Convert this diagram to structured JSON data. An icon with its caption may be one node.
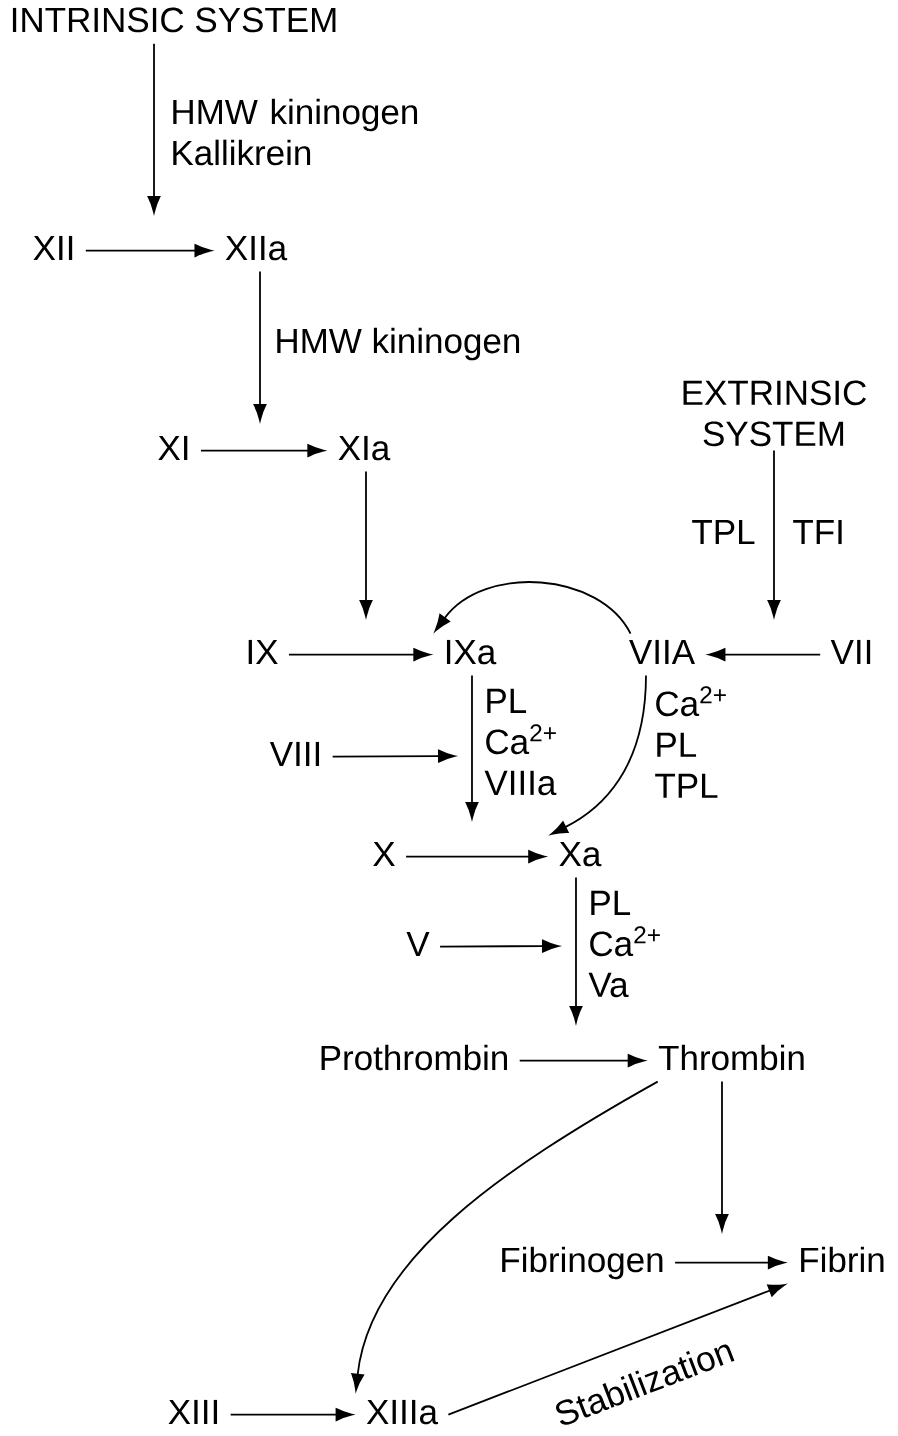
{
  "diagram": {
    "nodes": [
      {
        "text": [
          "INTRINSIC SYSTEM"
        ]
      },
      {
        "text": [
          "XII"
        ]
      },
      {
        "text": [
          "XIIa"
        ]
      },
      {
        "text": [
          "EXTRINSIC SYSTEM"
        ]
      },
      {
        "text": [
          "XI"
        ]
      },
      {
        "text": [
          "XIa"
        ]
      },
      {
        "text": [
          "IX"
        ]
      },
      {
        "text": [
          "IXa"
        ]
      },
      {
        "text": [
          "VIIA"
        ]
      },
      {
        "text": [
          "VII"
        ]
      },
      {
        "text": [
          "VIII"
        ]
      },
      {
        "text": [
          "X"
        ]
      },
      {
        "text": [
          "Xa"
        ]
      },
      {
        "text": [
          "V"
        ]
      },
      {
        "text": [
          "Prothrombin"
        ]
      },
      {
        "text": [
          "Thrombin"
        ]
      },
      {
        "text": [
          "Fibrinogen"
        ]
      },
      {
        "text": [
          "Fibrin"
        ]
      },
      {
        "text": [
          "XIII"
        ]
      },
      {
        "text": [
          "XIIIa"
        ]
      }
    ],
    "edges": [
      {
        "from": 0,
        "to": null,
        "arrow": "to",
        "label": "HMW kininogen Kallikrein"
      },
      {
        "from": 1,
        "to": 2,
        "arrow": "to"
      },
      {
        "from": 2,
        "to": null,
        "arrow": "to",
        "label": "HMW kininogen"
      },
      {
        "from": 4,
        "to": 5,
        "arrow": "to"
      },
      {
        "from": 3,
        "to": null,
        "arrow": "to",
        "label": "TPL"
      },
      {
        "from": 5,
        "to": null,
        "arrow": "to"
      },
      {
        "from": 8,
        "to": 7,
        "arrow": "to"
      },
      {
        "from": 6,
        "to": 7,
        "arrow": "to"
      },
      {
        "from": 9,
        "to": 8,
        "arrow": "to"
      },
      {
        "from": 7,
        "to": null,
        "arrow": "to",
        "label": "PL Ca$^{2+}$ VIIIa"
      },
      {
        "from": 8,
        "to": 12,
        "arrow": "to",
        "label": "Ca$^{2+}$ PL TPL"
      },
      {
        "from": 10,
        "to": null,
        "arrow": "to"
      },
      {
        "from": 11,
        "to": 12,
        "arrow": "to"
      },
      {
        "from": 12,
        "to": null,
        "arrow": "to",
        "label": "PL Ca$^{2+}$ Va"
      },
      {
        "from": 13,
        "to": null,
        "arrow": "to"
      },
      {
        "from": 14,
        "to": 15,
        "arrow": "to"
      },
      {
        "from": 15,
        "to": null,
        "arrow": "to"
      },
      {
        "from": 15,
        "to": 19,
        "arrow": "to"
      },
      {
        "from": 16,
        "to": 17,
        "arrow": "to"
      },
      {
        "from": 18,
        "to": 19,
        "arrow": "to"
      },
      {
        "from": 19,
        "to": 17,
        "arrow": "to",
        "label": "Stabilization"
      }
    ],
    "labels": [
      "TFI"
    ]
  }
}
